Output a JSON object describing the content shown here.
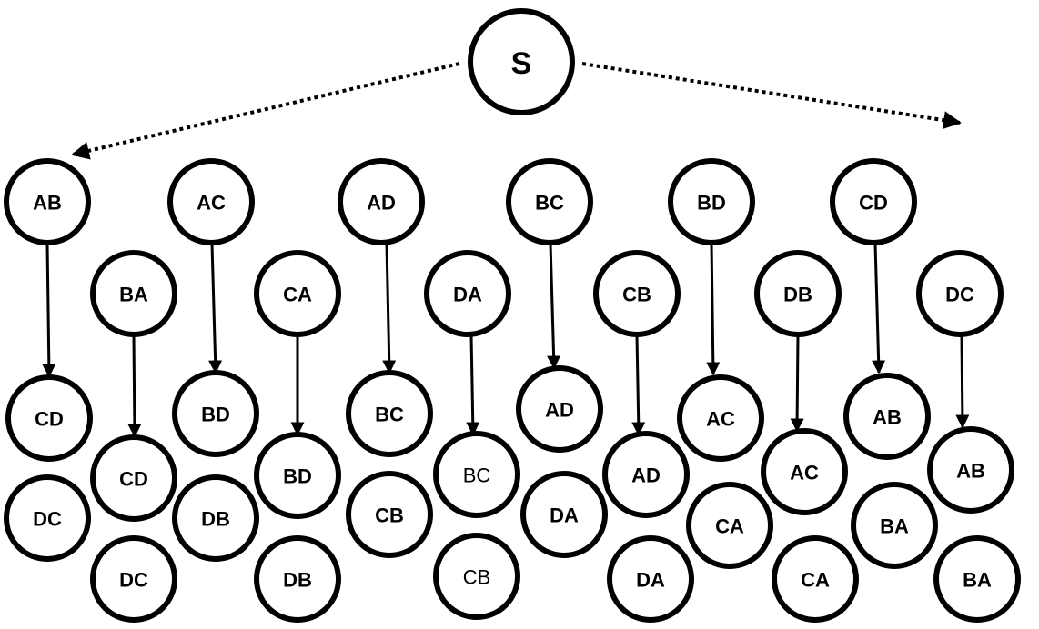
{
  "root": {
    "label": "S"
  },
  "top_row": [
    "AB",
    "AC",
    "AD",
    "BC",
    "BD",
    "CD"
  ],
  "second_row": [
    "BA",
    "CA",
    "DA",
    "CB",
    "DB",
    "DC"
  ],
  "groups": [
    {
      "parent": "AB",
      "children": [
        "CD",
        "DC"
      ]
    },
    {
      "parent": "BA",
      "children": [
        "CD",
        "DC"
      ]
    },
    {
      "parent": "AC",
      "children": [
        "BD",
        "DB"
      ]
    },
    {
      "parent": "CA",
      "children": [
        "BD",
        "DB"
      ]
    },
    {
      "parent": "AD",
      "children": [
        "BC",
        "CB"
      ]
    },
    {
      "parent": "DA",
      "children": [
        "BC",
        "CB"
      ]
    },
    {
      "parent": "BC",
      "children": [
        "AD",
        "DA"
      ]
    },
    {
      "parent": "CB",
      "children": [
        "AD",
        "DA"
      ]
    },
    {
      "parent": "BD",
      "children": [
        "AC",
        "CA"
      ]
    },
    {
      "parent": "DB",
      "children": [
        "AC",
        "CA"
      ]
    },
    {
      "parent": "CD",
      "children": [
        "AB",
        "BA"
      ]
    },
    {
      "parent": "DC",
      "children": [
        "AB",
        "BA"
      ]
    }
  ],
  "colors": {
    "stroke": "#000000",
    "fill": "#ffffff"
  }
}
